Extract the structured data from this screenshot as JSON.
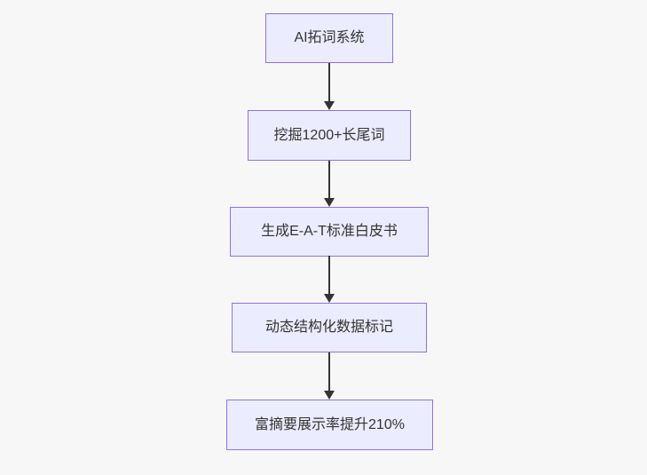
{
  "flowchart": {
    "direction": "top-down",
    "nodes": [
      {
        "id": "A",
        "label": "AI拓词系统"
      },
      {
        "id": "B",
        "label": "挖掘1200+长尾词"
      },
      {
        "id": "C",
        "label": "生成E-A-T标准白皮书"
      },
      {
        "id": "D",
        "label": "动态结构化数据标记"
      },
      {
        "id": "E",
        "label": "富摘要展示率提升210%"
      }
    ],
    "edges": [
      {
        "from": "A",
        "to": "B"
      },
      {
        "from": "B",
        "to": "C"
      },
      {
        "from": "C",
        "to": "D"
      },
      {
        "from": "D",
        "to": "E"
      }
    ],
    "colors": {
      "background": "#f7f7f7",
      "node_fill": "#ececff",
      "node_border": "#9370db",
      "node_text": "#333333",
      "edge": "#333333"
    }
  }
}
